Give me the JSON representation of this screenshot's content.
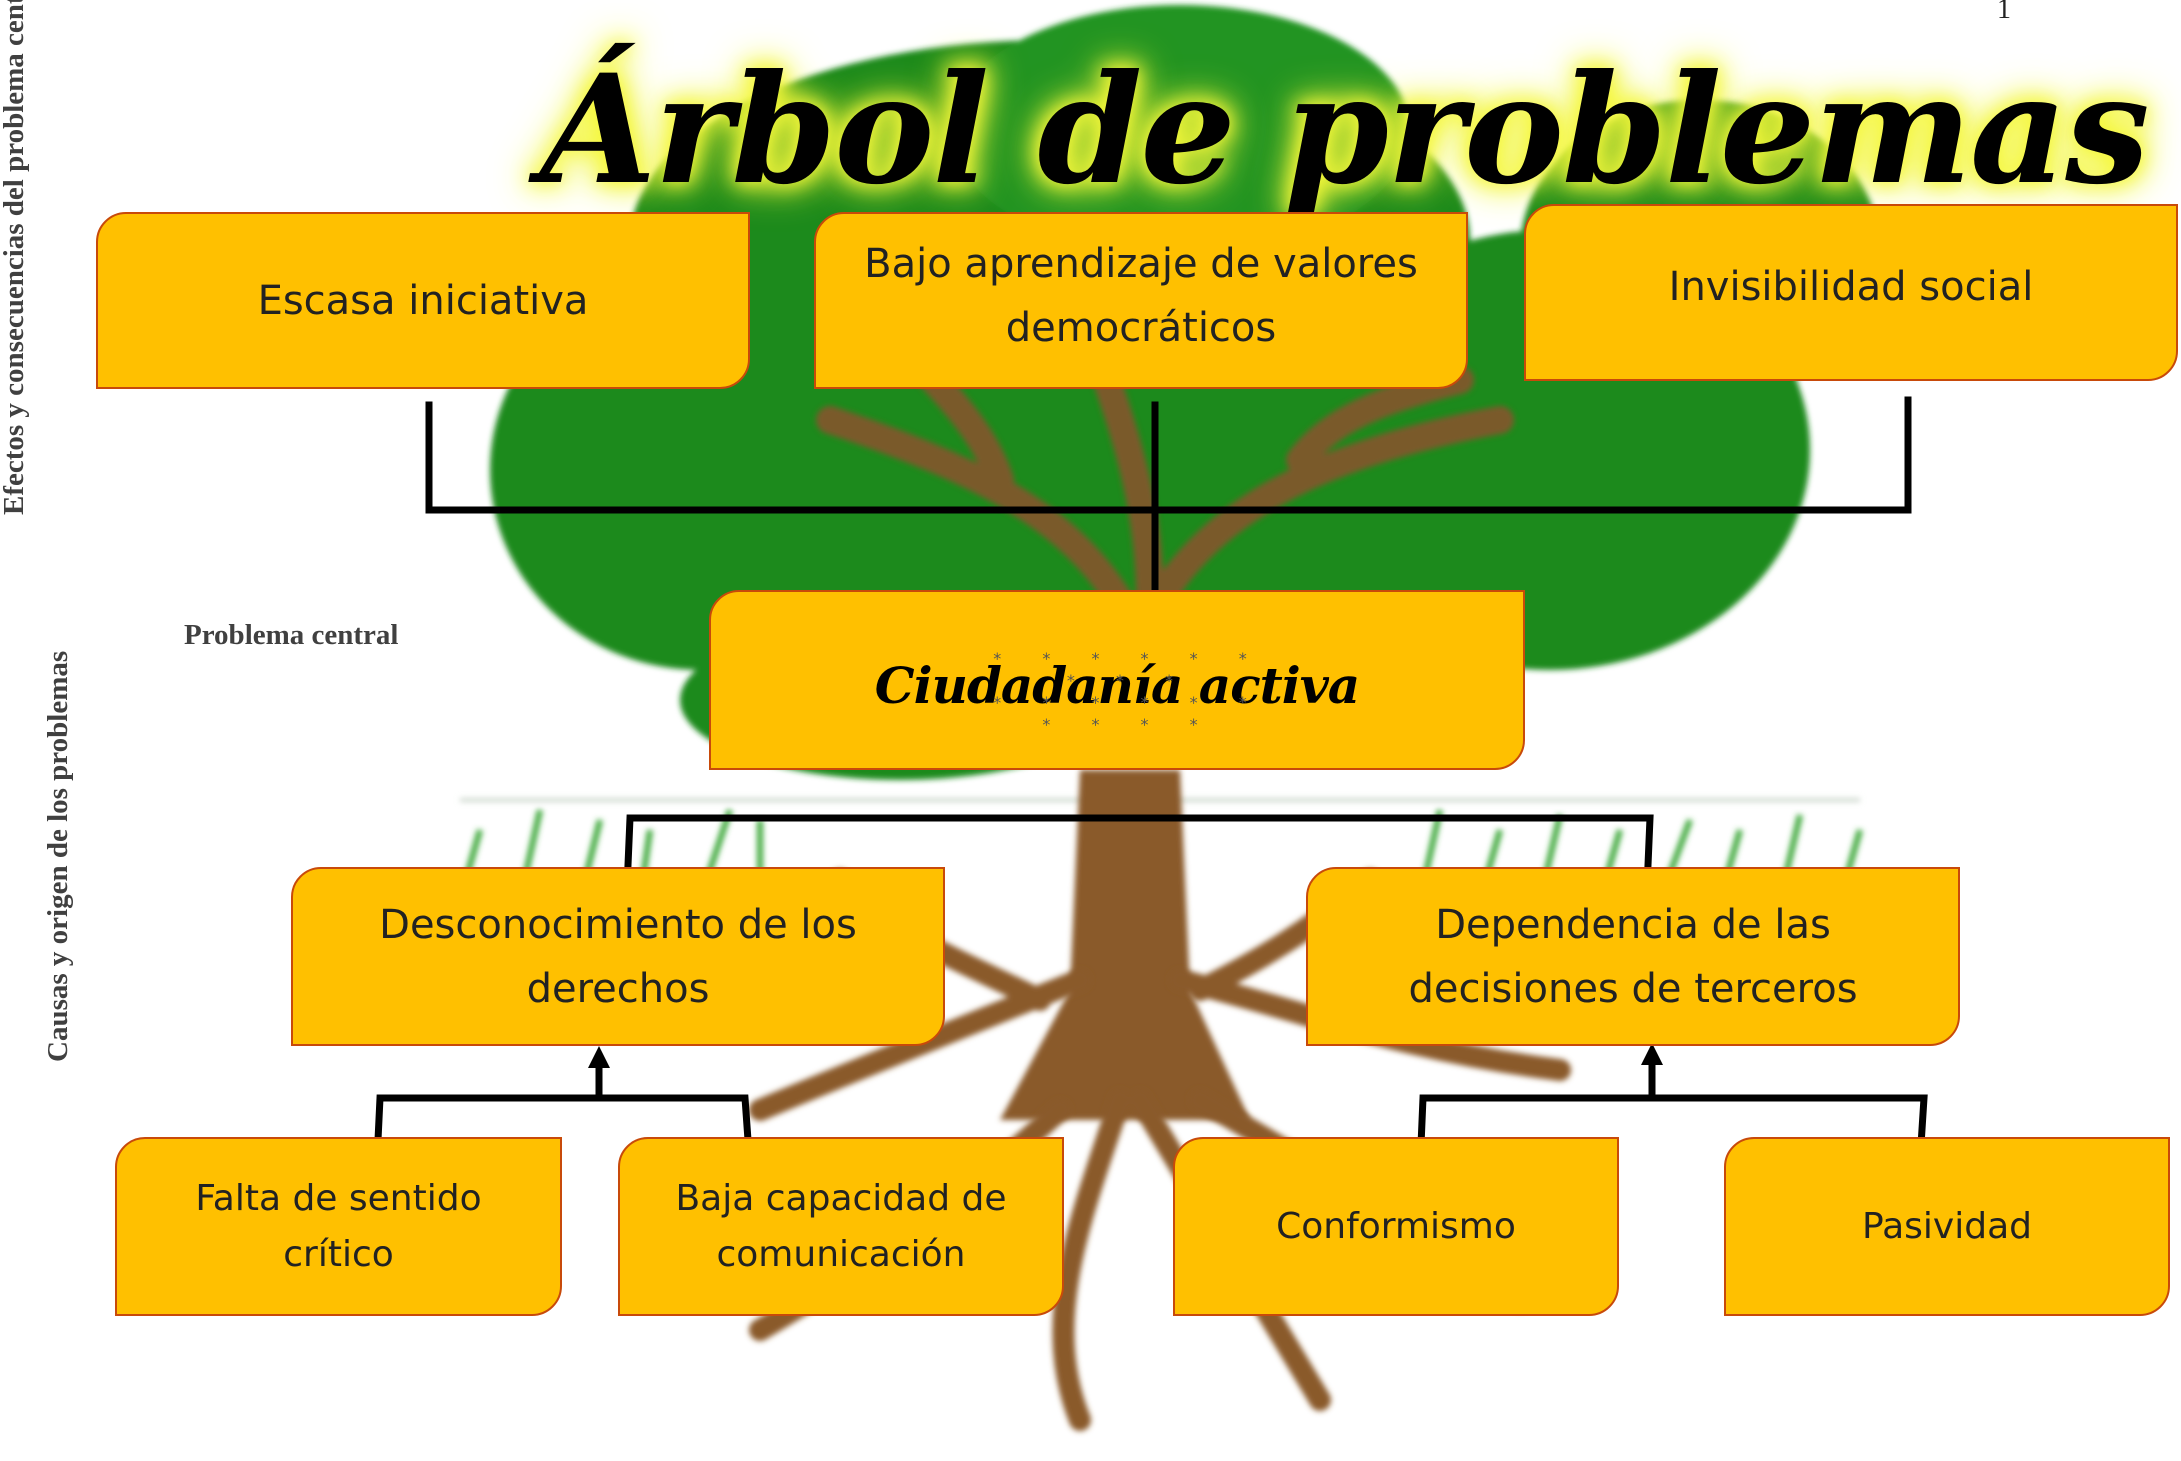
{
  "page_number": "1",
  "title": "Árbol de problemas",
  "labels": {
    "effects": "Efectos y consecuencias del problema central",
    "central": "Problema central",
    "causes": "Causas y origen de los problemas"
  },
  "effects": [
    "Escasa iniciativa",
    "Bajo aprendizaje de valores democráticos",
    "Invisibilidad social"
  ],
  "central_problem": "Ciudadanía activa",
  "causes": [
    "Desconocimiento de los derechos",
    "Dependencia de las decisiones de terceros"
  ],
  "root_causes": [
    "Falta de sentido crítico",
    "Baja capacidad de comunicación",
    "Conformismo",
    "Pasividad"
  ],
  "colors": {
    "box_fill": "#ffc000",
    "box_border": "#c84a0a",
    "canopy": "#1f8a1f",
    "trunk": "#8a5a2b",
    "title_glow": "#f6f83a"
  }
}
